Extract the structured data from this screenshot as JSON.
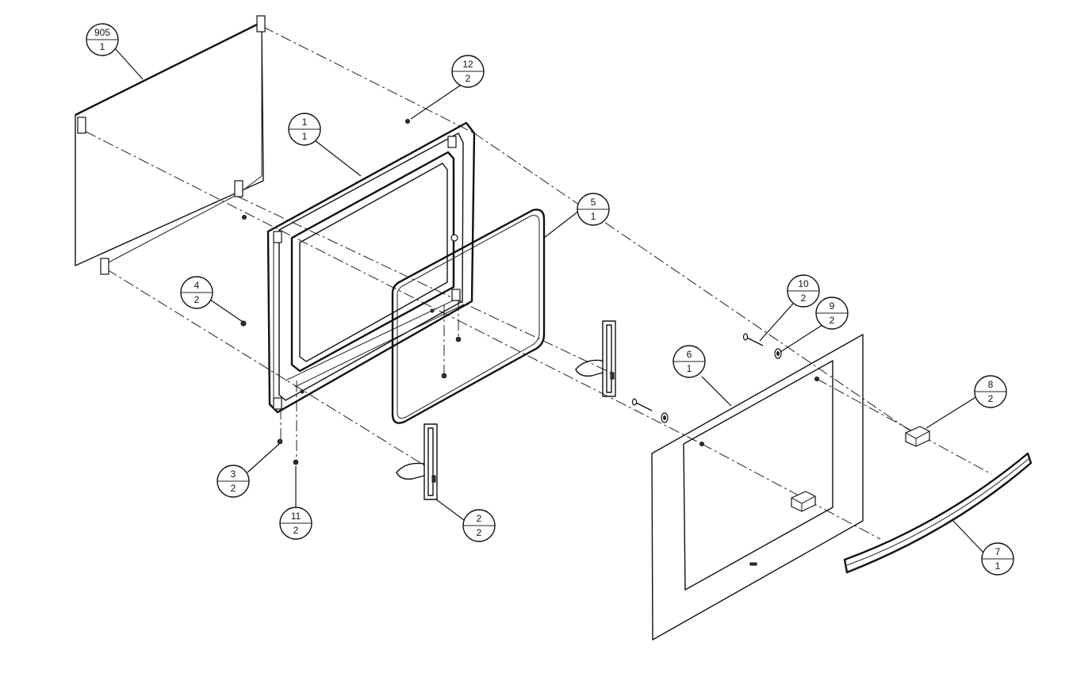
{
  "diagram": {
    "callouts": [
      {
        "id": "c905",
        "top": "905",
        "bottom": "1"
      },
      {
        "id": "c12",
        "top": "12",
        "bottom": "2"
      },
      {
        "id": "c1",
        "top": "1",
        "bottom": "1"
      },
      {
        "id": "c5",
        "top": "5",
        "bottom": "1"
      },
      {
        "id": "c4",
        "top": "4",
        "bottom": "2"
      },
      {
        "id": "c10",
        "top": "10",
        "bottom": "2"
      },
      {
        "id": "c9",
        "top": "9",
        "bottom": "2"
      },
      {
        "id": "c6",
        "top": "6",
        "bottom": "1"
      },
      {
        "id": "c8",
        "top": "8",
        "bottom": "2"
      },
      {
        "id": "c3",
        "top": "3",
        "bottom": "2"
      },
      {
        "id": "c11",
        "top": "11",
        "bottom": "2"
      },
      {
        "id": "c2",
        "top": "2",
        "bottom": "2"
      },
      {
        "id": "c7",
        "top": "7",
        "bottom": "1"
      }
    ]
  }
}
